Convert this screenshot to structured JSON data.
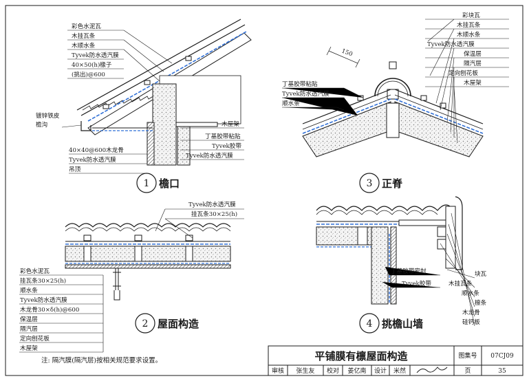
{
  "detail1": {
    "number": "1",
    "title": "檐口",
    "labels_upper": [
      "彩色水泥瓦",
      "木挂瓦条",
      "木顺水条",
      "Tyvek防水透汽膜",
      "40×50(h)椽子",
      "(挑出)@600"
    ],
    "gutter_labels": [
      "镀锌铁皮",
      "檐沟"
    ],
    "labels_right": [
      "木屋架",
      "丁基胶带粘贴",
      "Tyvek胶带",
      "Tyvek防水透汽膜"
    ],
    "labels_lower": [
      "40×40@600木龙骨",
      "Tyvek防水透汽膜",
      "吊顶"
    ]
  },
  "detail2": {
    "number": "2",
    "title": "屋面构造",
    "labels_top": [
      "Tyvek防水透汽膜",
      "挂瓦条30×25(h)"
    ],
    "labels_left": [
      "彩色水泥瓦",
      "挂瓦条30×25(h)",
      "顺水条",
      "Tyvek防水透汽膜",
      "木龙骨30×δ(h)@600",
      "保温层",
      "隔汽层",
      "定向刨花板",
      "木屋架"
    ]
  },
  "detail3": {
    "number": "3",
    "title": "正脊",
    "dimension": "150",
    "labels_left": [
      "丁基胶带粘贴",
      "Tyvek防水透汽膜",
      "顺水条"
    ],
    "labels_right": [
      "彩块瓦",
      "木挂瓦条",
      "木顺水条",
      "Tyvek防水透汽膜",
      "保温层",
      "隔汽层",
      "定向刨花板",
      "木屋架"
    ]
  },
  "detail4": {
    "number": "4",
    "title": "挑檐山墙",
    "labels_left": [
      "丁基胶带密封",
      "Tyvek胶带"
    ],
    "labels_right": [
      "块瓦",
      "木挂瓦条",
      "顺水条",
      "檩条",
      "木龙骨",
      "硅钙板"
    ]
  },
  "note": "注: 隔汽膜(隔汽层)按相关规范要求设置。",
  "title_block": {
    "drawing_title": "平铺膜有檩屋面构造",
    "atlas_label": "图集号",
    "atlas_number": "07CJ09",
    "page_label": "页",
    "page_number": "35",
    "row": [
      "审核",
      "张生友",
      "校对",
      "姜亿南",
      "设计",
      "米然"
    ]
  },
  "colors": {
    "line": "#1a1a1a",
    "membrane": "#2f6fd6",
    "insulation_hatch": "#6b6b6b"
  }
}
